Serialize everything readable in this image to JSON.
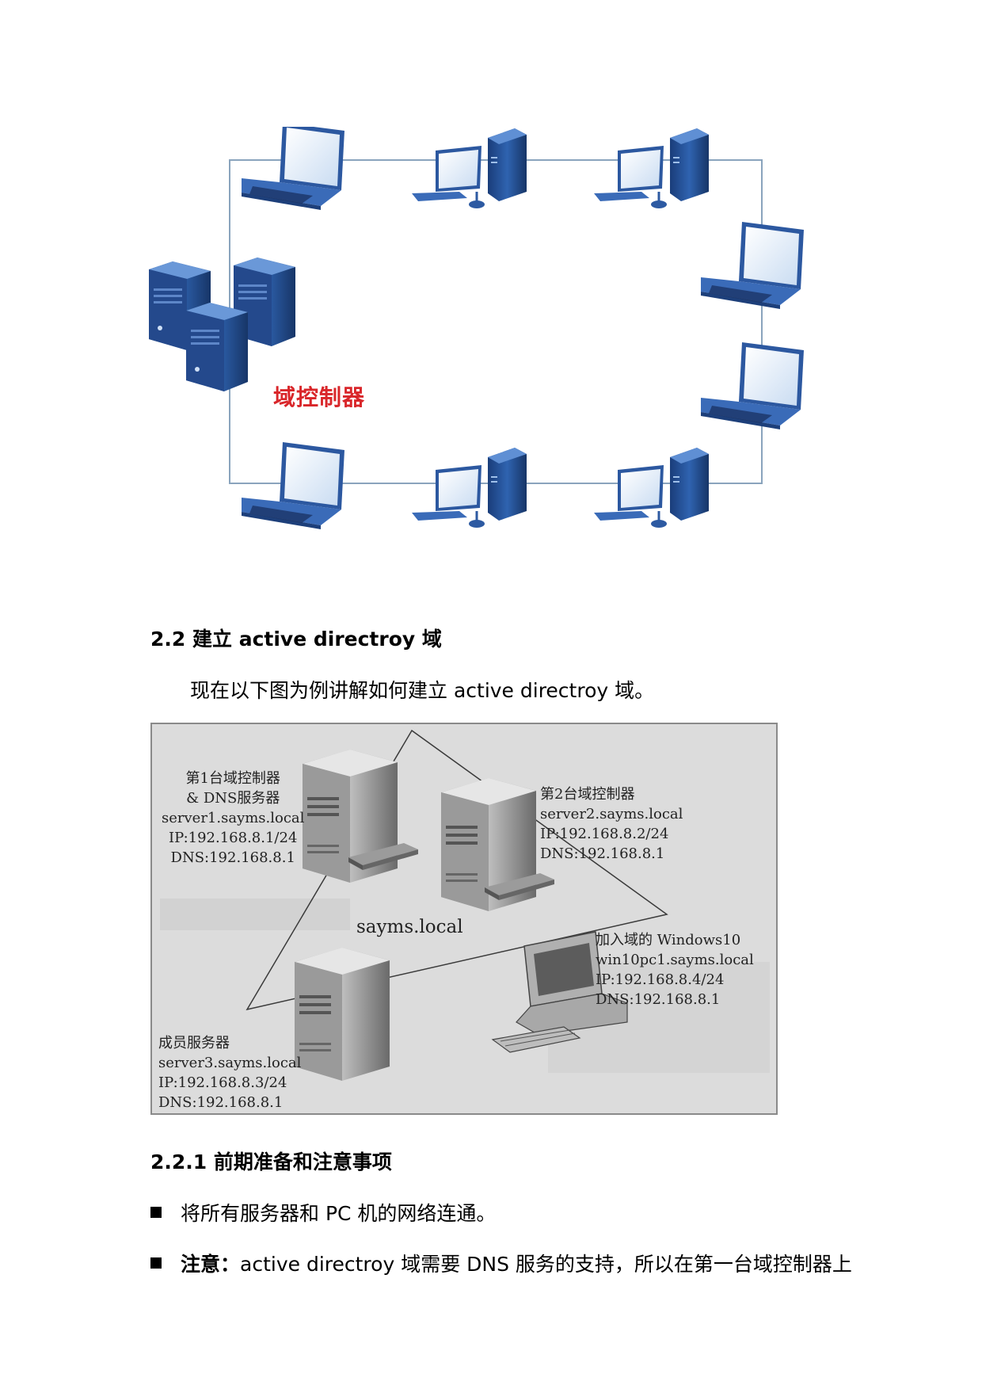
{
  "figure1": {
    "dc_label": "域控制器"
  },
  "section_2_2": {
    "heading": "2.2  建立 active directroy 域",
    "paragraph": "现在以下图为例讲解如何建立 active directroy 域。"
  },
  "figure2": {
    "dc1_lines": [
      "第1台域控制器",
      "& DNS服务器",
      "server1.sayms.local",
      "IP:192.168.8.1/24",
      "DNS:192.168.8.1"
    ],
    "dc2_lines": [
      "第2台域控制器",
      "server2.sayms.local",
      "IP:192.168.8.2/24",
      "DNS:192.168.8.1"
    ],
    "domain_label": "sayms.local",
    "pc_lines": [
      "加入域的 Windows10",
      "win10pc1.sayms.local",
      "IP:192.168.8.4/24",
      "DNS:192.168.8.1"
    ],
    "member_lines": [
      "成员服务器",
      "server3.sayms.local",
      "IP:192.168.8.3/24",
      "DNS:192.168.8.1"
    ]
  },
  "section_2_2_1": {
    "heading": "2.2.1  前期准备和注意事项",
    "bullet1": "将所有服务器和 PC 机的网络连通。",
    "bullet2_bold": "注意：",
    "bullet2_text": "active directroy 域需要 DNS 服务的支持，所以在第一台域控制器上"
  }
}
